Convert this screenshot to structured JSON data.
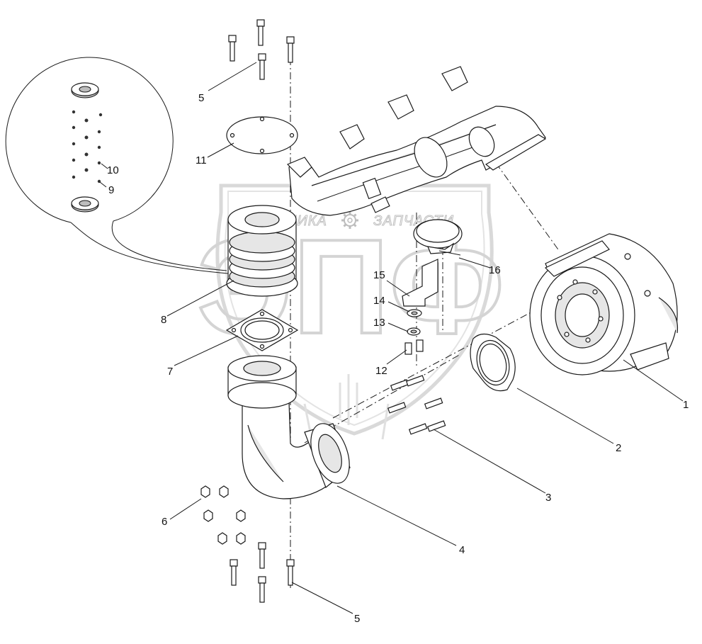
{
  "colors": {
    "line": "#1a1a1a",
    "watermark": "#d9d9d9",
    "part_shade": "#e6e6e6",
    "background": "#ffffff"
  },
  "watermark": {
    "logo": "ЭПФ",
    "left": "ТЕХНИКА",
    "right": "ЗАПЧАСТИ",
    "gear_icon": "gear-icon"
  },
  "callouts": {
    "c1": "1",
    "c2": "2",
    "c3": "3",
    "c4": "4",
    "c5_top": "5",
    "c5_bottom": "5",
    "c6": "6",
    "c7": "7",
    "c8": "8",
    "c9": "9",
    "c10": "10",
    "c11": "11",
    "c12": "12",
    "c13": "13",
    "c14": "14",
    "c15": "15",
    "c16": "16"
  }
}
